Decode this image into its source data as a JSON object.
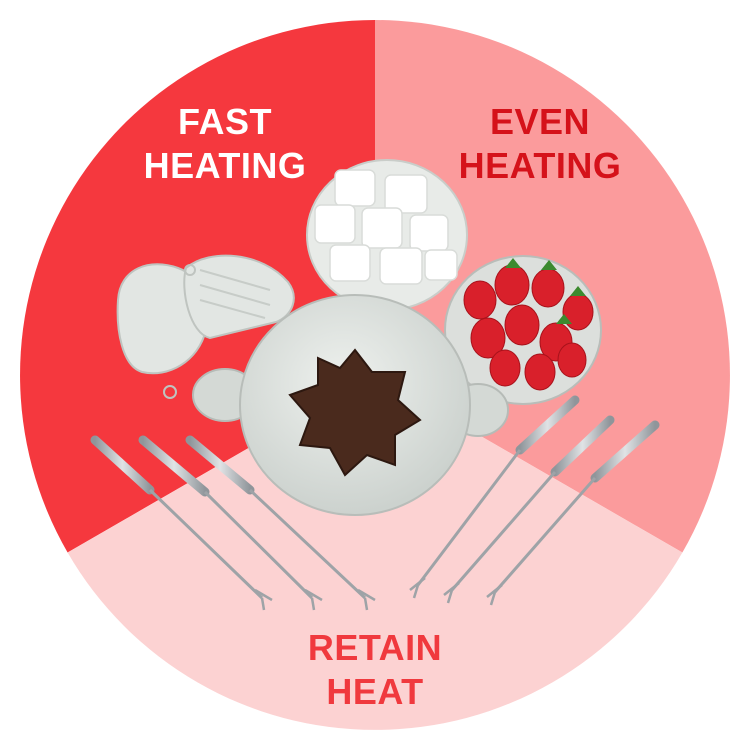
{
  "segments": {
    "fast": {
      "line1": "FAST",
      "line2": "HEATING",
      "fill": "#f5383e",
      "text_color": "#ffffff"
    },
    "even": {
      "line1": "EVEN",
      "line2": "HEATING",
      "fill": "#fb9b9c",
      "text_color": "#d5121a"
    },
    "retain": {
      "line1": "RETAIN",
      "line2": "HEAT",
      "fill": "#fcd2d2",
      "text_color": "#f0393e"
    }
  },
  "colors": {
    "ceramic": "#dfe3e0",
    "chocolate": "#4a2a1d",
    "strawberry": "#d9202b",
    "steel": "#a9aeb2"
  }
}
